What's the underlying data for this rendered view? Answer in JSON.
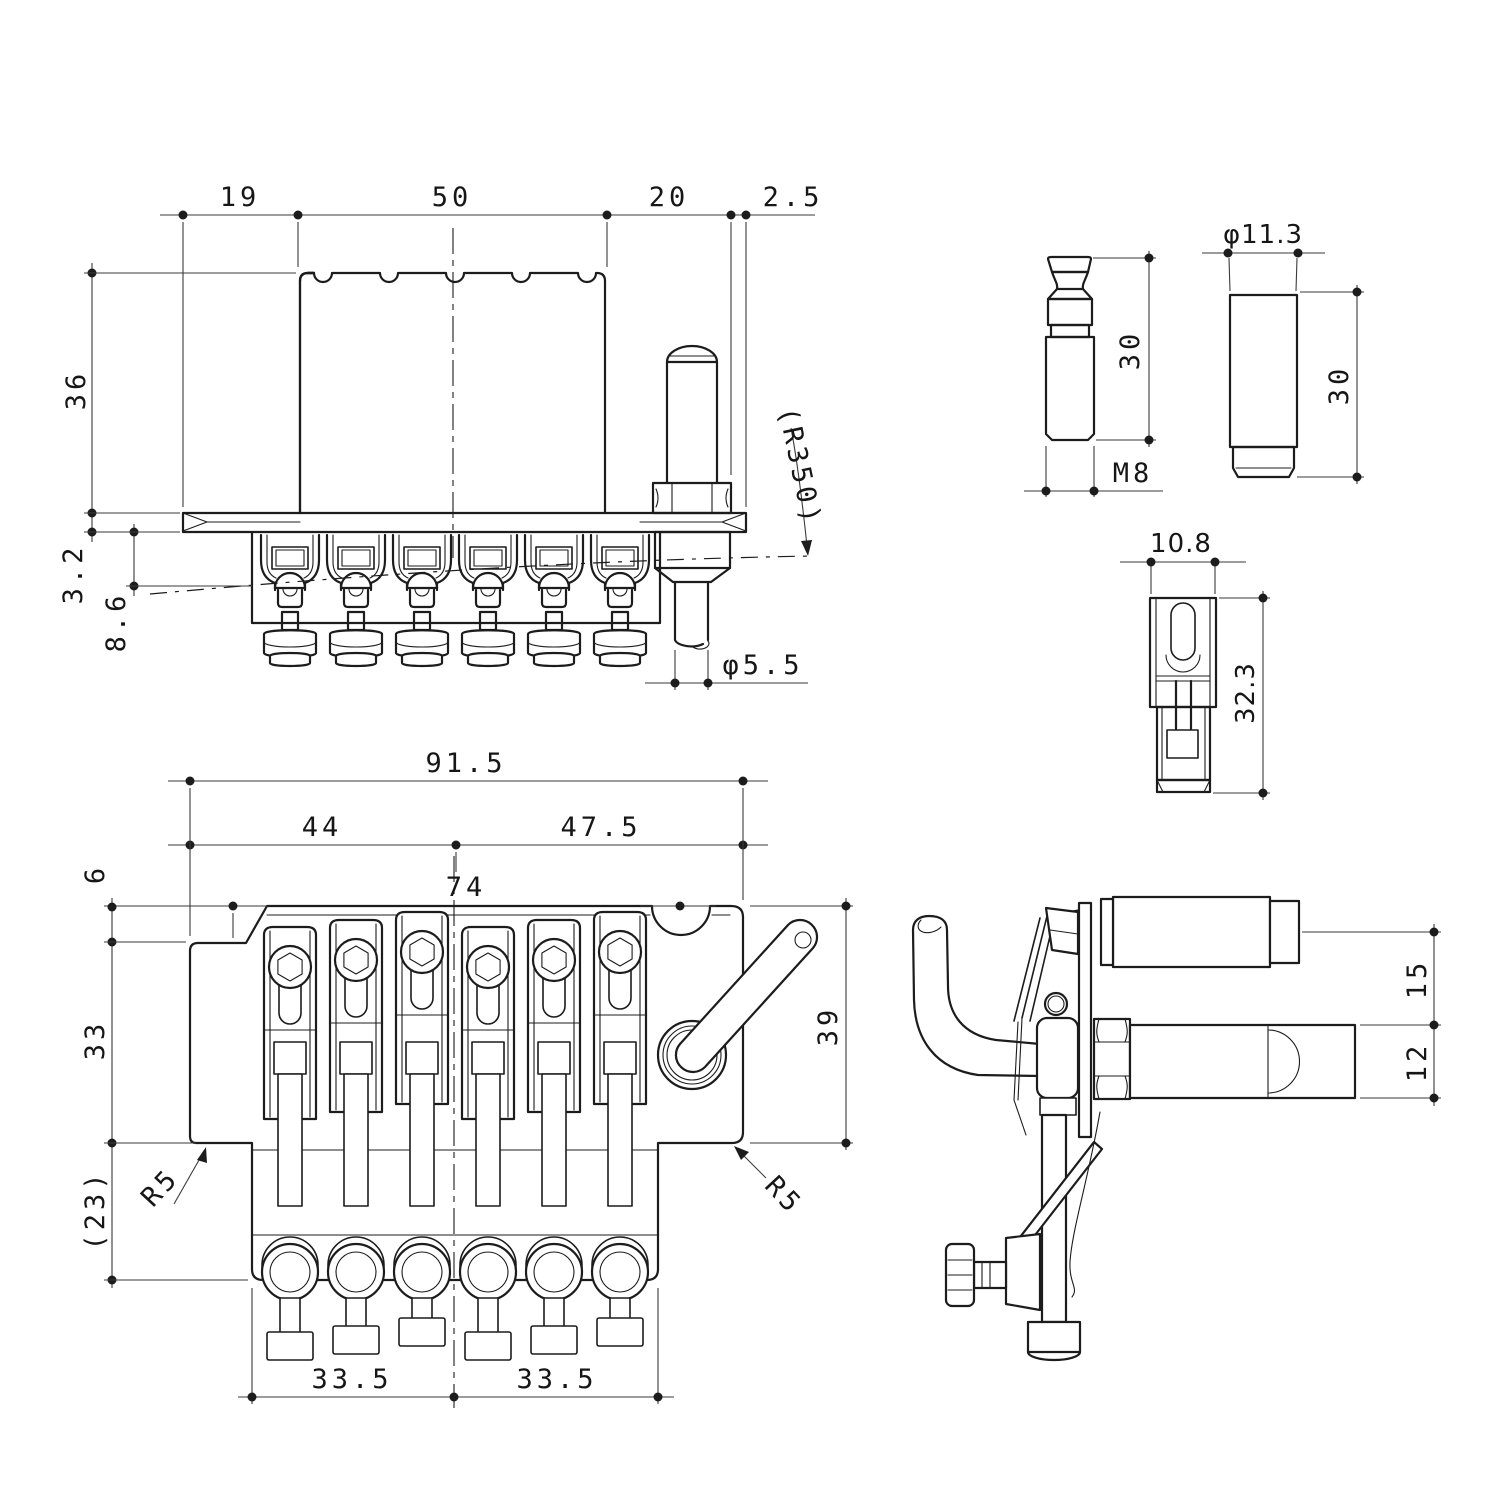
{
  "page": {
    "background": "#ffffff",
    "line_color": "#1c1c1c"
  },
  "views": {
    "front": {
      "d19": "19",
      "d50": "50",
      "d20": "20",
      "d2_5": "2.5",
      "d36": "36",
      "d3_2": "3.2",
      "d8_6": "8.6",
      "r350": "(R350)",
      "dia5_5": "φ5.5"
    },
    "stud": {
      "d30": "30",
      "m8": "M8"
    },
    "insert": {
      "dia11_3": "φ11.3",
      "d30": "30"
    },
    "saddle_block": {
      "d10_8": "10.8",
      "d32_3": "32.3"
    },
    "plan": {
      "d91_5": "91.5",
      "d44": "44",
      "d47_5": "47.5",
      "d74": "74",
      "d6": "6",
      "d33": "33",
      "d23": "(23)",
      "r5_left": "R5",
      "r5_right": "R5",
      "d39": "39",
      "d33_5_left": "33.5",
      "d33_5_right": "33.5"
    },
    "side": {
      "d15": "15",
      "d12": "12"
    }
  }
}
